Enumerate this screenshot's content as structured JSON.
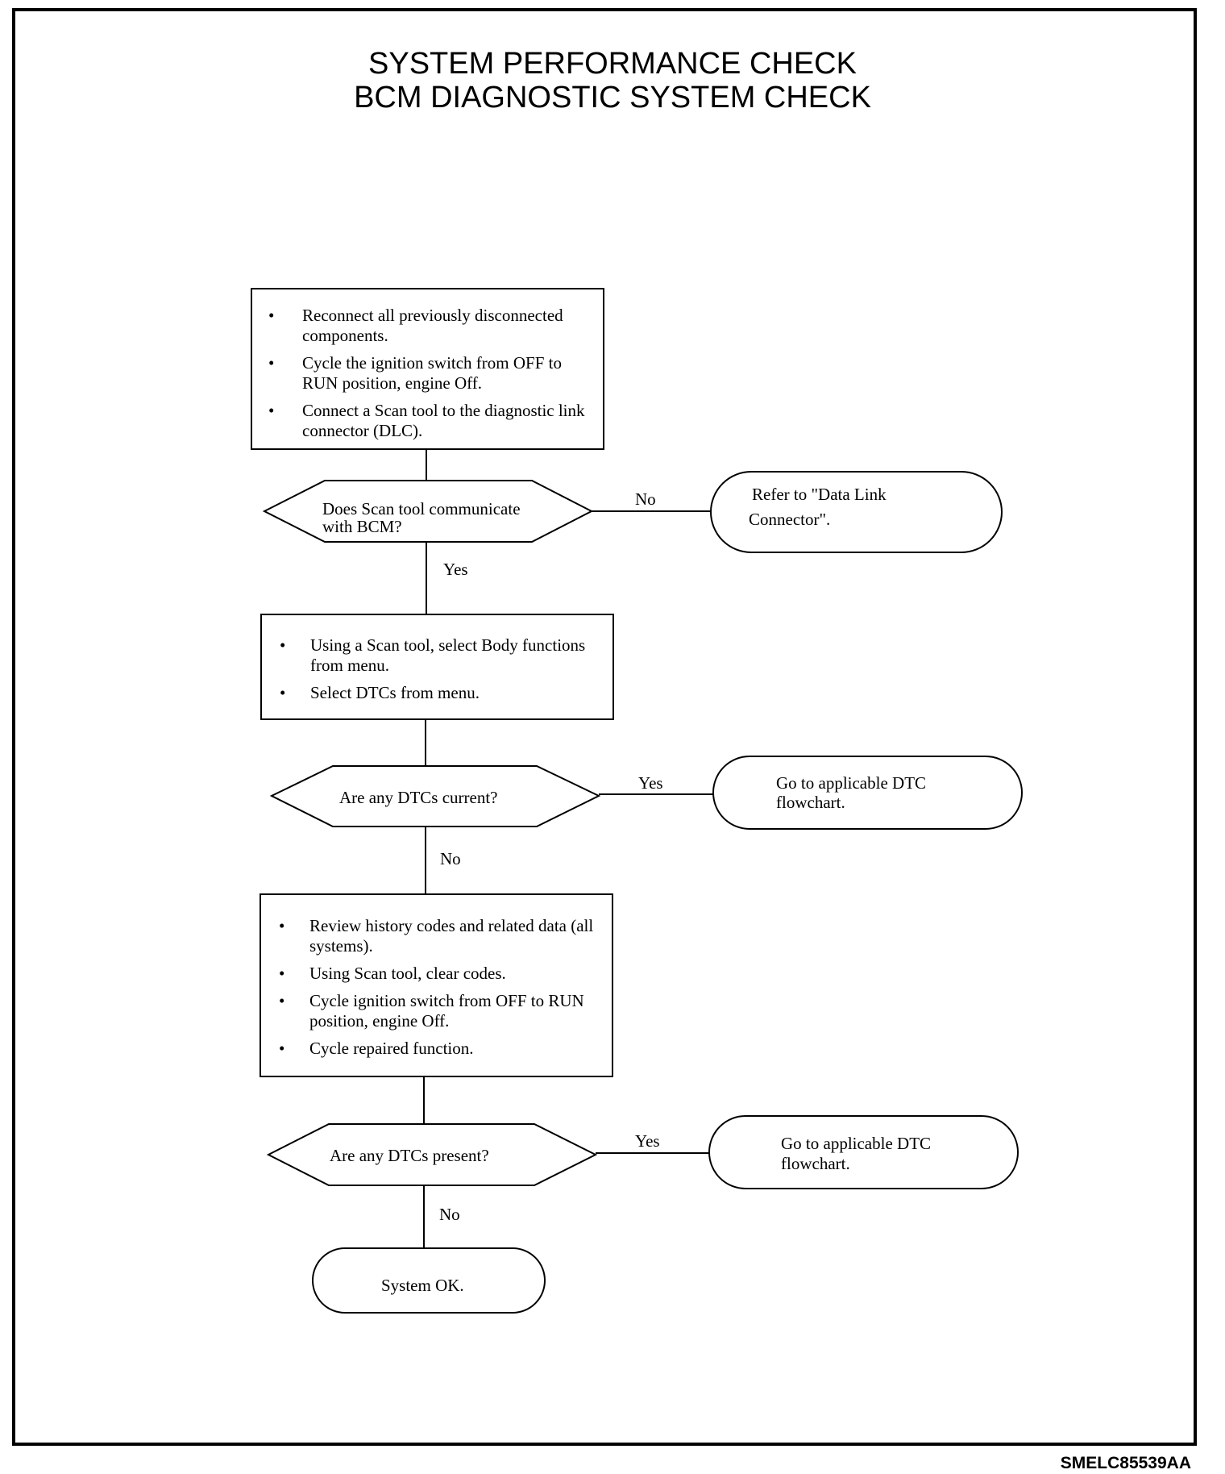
{
  "title_line1": "SYSTEM PERFORMANCE CHECK",
  "title_line2": "BCM DIAGNOSTIC SYSTEM CHECK",
  "box1": {
    "items": [
      "Reconnect all previously disconnected components.",
      "Cycle the ignition switch from OFF to RUN position, engine Off.",
      "Connect a Scan tool to the diagnostic link connector (DLC)."
    ]
  },
  "decision1": {
    "line1": "Does Scan tool communicate",
    "line2": "with BCM?",
    "no": "No",
    "yes": "Yes"
  },
  "result1": {
    "line1": "Refer to \"Data Link",
    "line2": "Connector\"."
  },
  "box2": {
    "items": [
      "Using a Scan tool, select Body functions from menu.",
      "Select DTCs from menu."
    ]
  },
  "decision2": {
    "text": "Are any DTCs current?",
    "yes": "Yes",
    "no": "No"
  },
  "result2": {
    "line1": "Go to applicable DTC",
    "line2": "flowchart."
  },
  "box3": {
    "items": [
      "Review history codes and related data (all systems).",
      "Using Scan tool, clear codes.",
      "Cycle ignition switch from OFF to RUN position, engine Off.",
      "Cycle repaired function."
    ]
  },
  "decision3": {
    "text": "Are any DTCs present?",
    "yes": "Yes",
    "no": "No"
  },
  "result3": {
    "line1": "Go to applicable DTC",
    "line2": "flowchart."
  },
  "end": {
    "text": "System OK."
  },
  "figure_code": "SMELC85539AA"
}
